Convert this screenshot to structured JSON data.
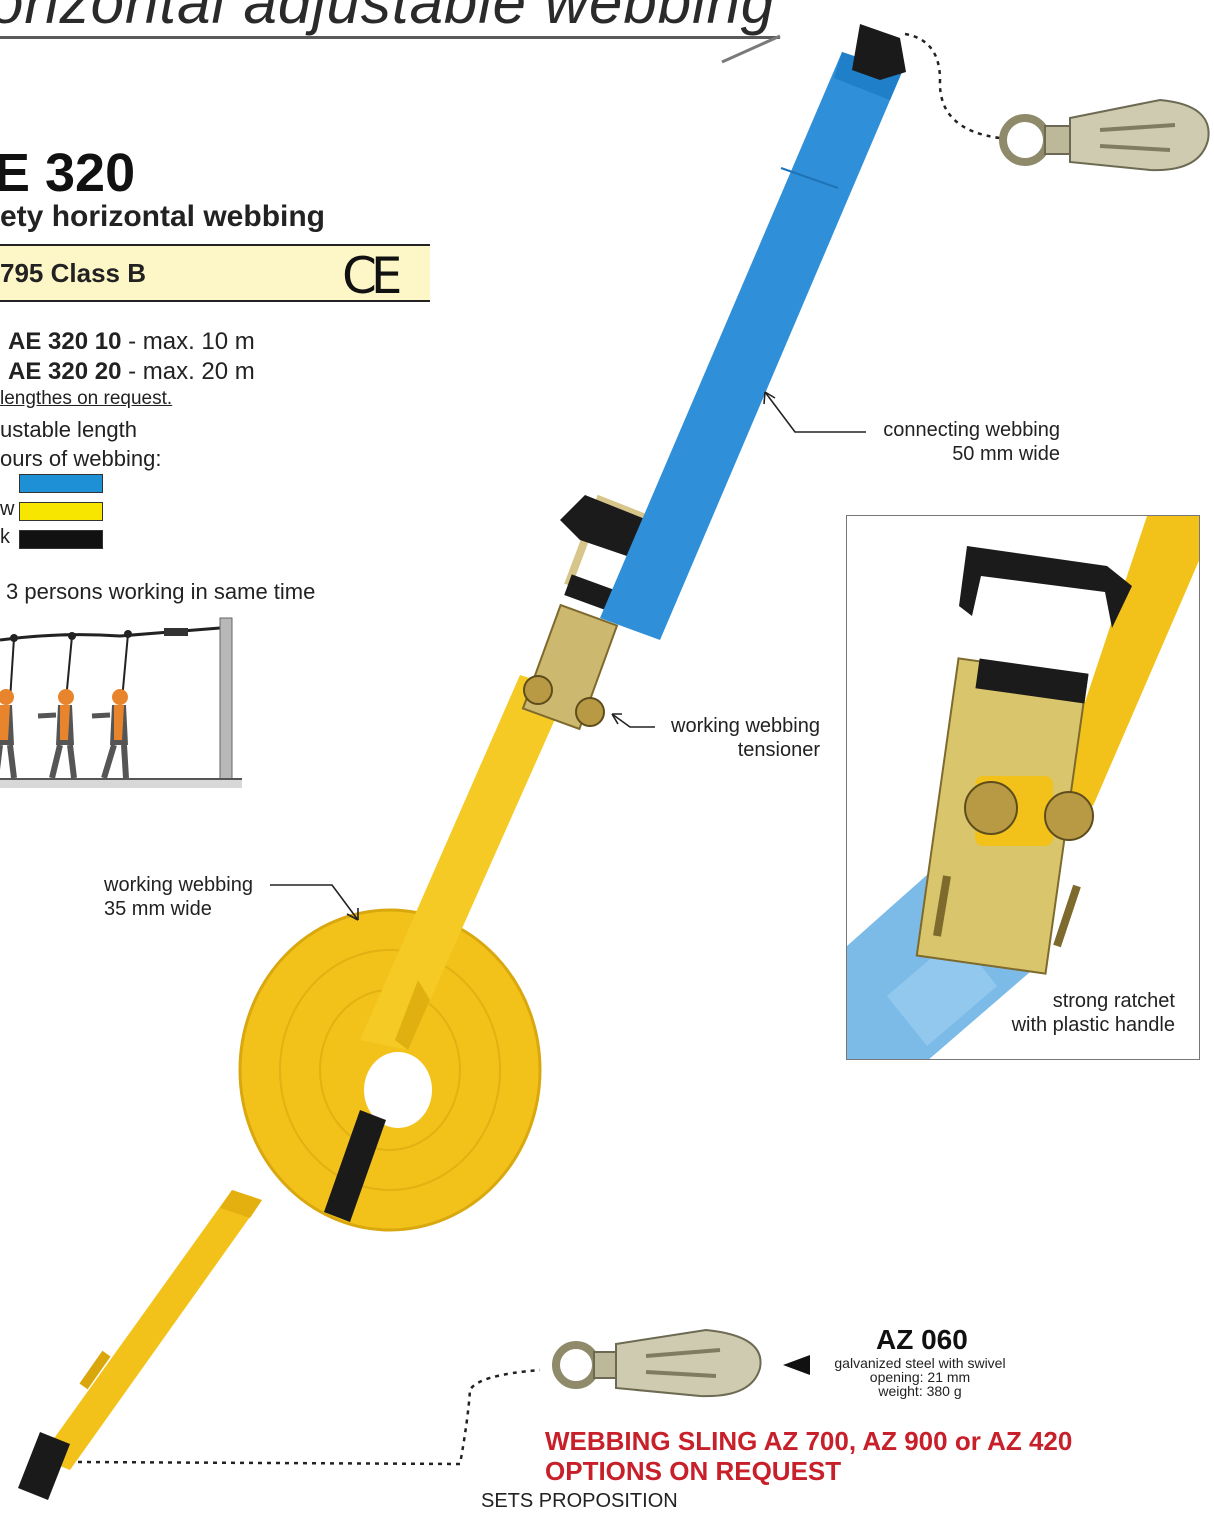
{
  "header": {
    "title": "orizontal adjustable webbing",
    "model": "E 320",
    "subtitle": "ety horizontal webbing",
    "standard": "795  Class B",
    "ce_mark": "CE"
  },
  "variants": [
    {
      "code": "AE 320 10",
      "desc": " - max. 10 m"
    },
    {
      "code": "AE 320 20",
      "desc": " - max. 20 m"
    }
  ],
  "other_lengths_note": "lengthes on request.",
  "adjustable_note": "ustable length",
  "colours_label": "ours of webbing:",
  "colours": [
    {
      "label": "",
      "color": "#1e90d6"
    },
    {
      "label": "w",
      "color": "#f7e600"
    },
    {
      "label": "k",
      "color": "#111111"
    }
  ],
  "persons_note": "3 persons working in same time",
  "callouts": {
    "connecting": [
      "connecting webbing",
      "50 mm wide"
    ],
    "tensioner": [
      "working webbing",
      "tensioner"
    ],
    "working": [
      "working webbing",
      "35 mm wide"
    ],
    "ratchet": [
      "strong ratchet",
      "with plastic handle"
    ]
  },
  "hook": {
    "code": "AZ 060",
    "spec1": "galvanized steel with swivel",
    "spec2": "opening: 21 mm",
    "spec3": "weight: 380 g"
  },
  "options": [
    "WEBBING SLING AZ 700, AZ 900 or AZ 420",
    "OPTIONS ON REQUEST"
  ],
  "sets": "SETS PROPOSITION",
  "colors": {
    "blue_webbing": "#2f8fd8",
    "yellow_webbing": "#f2c21a",
    "title_bar": "#fdf6c6",
    "options_red": "#c8202a"
  }
}
